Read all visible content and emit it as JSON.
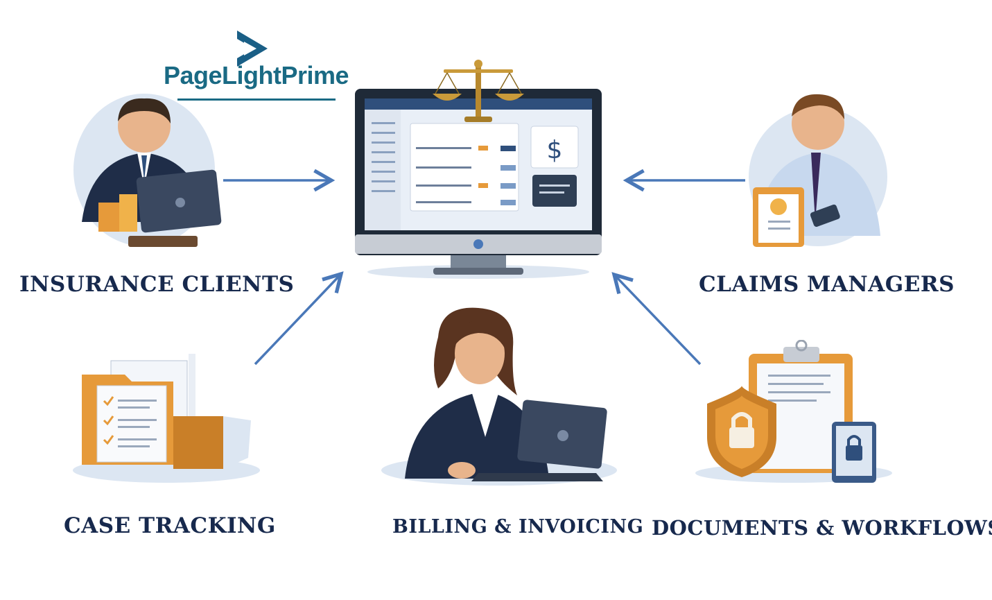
{
  "logo": {
    "text": "PageLightPrime"
  },
  "labels": {
    "insurance_clients": "INSURANCE CLIENTS",
    "claims_managers": "CLAIMS MANAGERS",
    "case_tracking": "CASE TRACKING",
    "billing_invoicing": "BILLING & INVOICING",
    "documents_workflows": "DOCUMENTS & WORKFLOWS"
  },
  "screen": {
    "currency_symbol": "$"
  },
  "colors": {
    "navy": "#17294d",
    "arrow": "#4a78b8",
    "brand": "#1a6a84",
    "orange": "#e69a3a"
  }
}
